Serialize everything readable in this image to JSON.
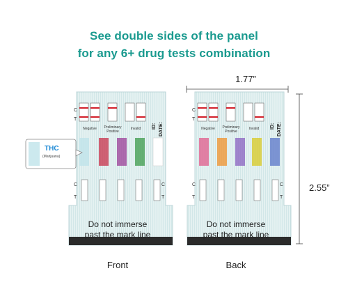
{
  "headline": {
    "line1": "See double sides of the panel",
    "line2": "for any 6+ drug tests combination"
  },
  "front": {
    "caption": "Front",
    "result_labels": [
      "Negative",
      "Preliminary Positive",
      "Invalid"
    ],
    "id_label": "ID:",
    "date_label": "DATE:",
    "ct": [
      "C",
      "T"
    ],
    "warning_line1": "Do not immerse",
    "warning_line2": "past the mark line",
    "callout": {
      "title": "THC",
      "subtitle": "(Marijuana)"
    }
  },
  "back": {
    "caption": "Back",
    "result_labels": [
      "Negative",
      "Preliminary Positive",
      "Invalid"
    ],
    "id_label": "ID:",
    "date_label": "DATE:",
    "ct": [
      "C",
      "T"
    ],
    "warning_line1": "Do not immerse",
    "warning_line2": "past the mark line"
  },
  "dimensions": {
    "width": "1.77”",
    "height": "2.55”"
  },
  "colors": {
    "headline": "#1a9a8f",
    "panel_bg": "#e8f3f3",
    "control_line": "#d21f2a",
    "front_strips": [
      "#7ec8d8",
      "#c8304a",
      "#9b3d97",
      "#3c9a4a"
    ],
    "back_strips": [
      "#e05a8a",
      "#f0902a",
      "#8a60c0",
      "#d8c820",
      "#5a74c8"
    ]
  }
}
